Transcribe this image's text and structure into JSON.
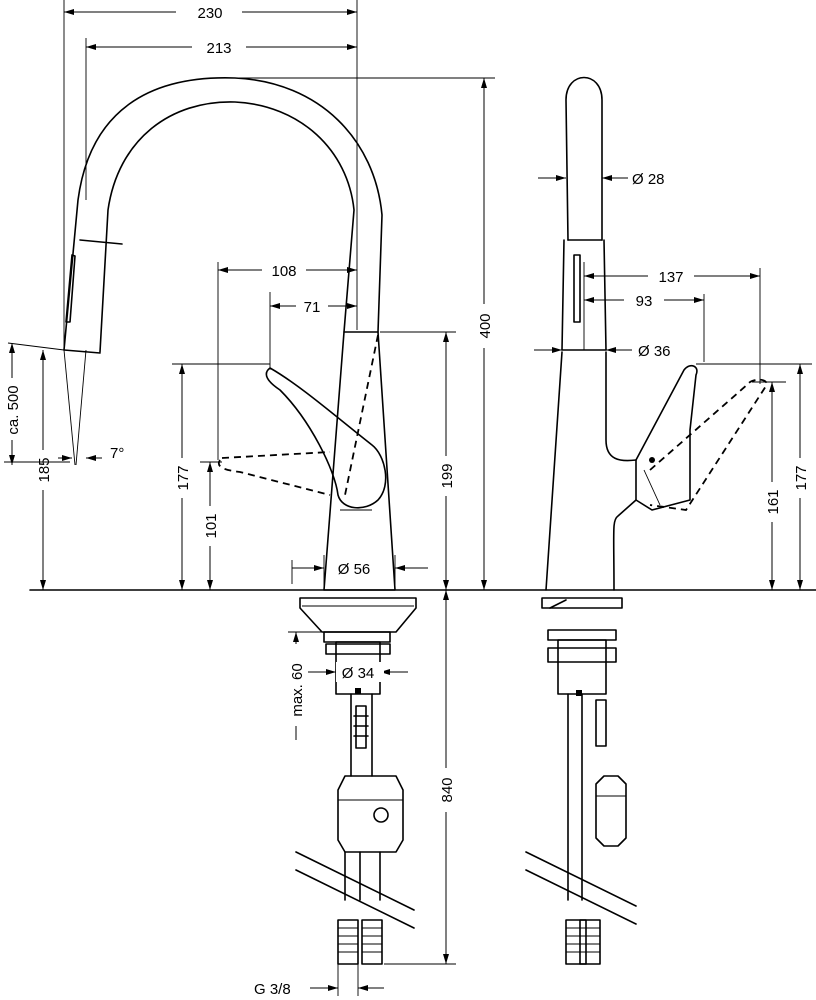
{
  "dimensions": {
    "d230": "230",
    "d213": "213",
    "d108": "108",
    "d71": "71",
    "d400": "400",
    "d199": "199",
    "d177_front": "177",
    "d101": "101",
    "d185": "185",
    "d500": "ca. 500",
    "d7": "7°",
    "d56": "Ø 56",
    "d34": "Ø 34",
    "d60": "max. 60",
    "d840": "840",
    "dG38": "G 3/8",
    "d28": "Ø 28",
    "d36": "Ø 36",
    "d137": "137",
    "d93": "93",
    "d161": "161",
    "d177_side": "177"
  }
}
